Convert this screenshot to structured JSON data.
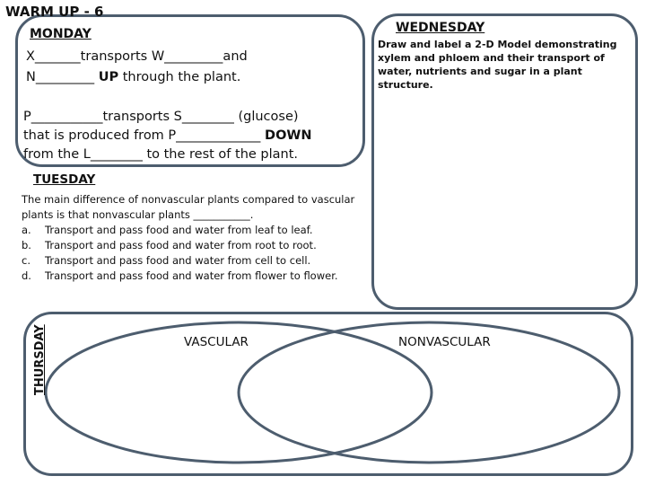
{
  "title": "WARM UP - 6",
  "monday": {
    "label": "MONDAY",
    "line1": "X_______transports W_________and",
    "line2_part1": "N_________ ",
    "line2_bold": "UP",
    "line2_part2": " through the plant.",
    "line3": "P___________transports S________ (glucose)",
    "line4_part1": "that is produced from P_____________ ",
    "line4_bold": "DOWN",
    "line5": "from the L________ to the rest of the plant."
  },
  "tuesday": {
    "label": "TUESDAY",
    "question_line1": "The main difference of nonvascular plants compared to vascular",
    "question_line2": "plants is that nonvascular plants ___________.",
    "options": [
      {
        "letter": "a.",
        "text": "Transport and pass food and water from leaf to leaf."
      },
      {
        "letter": "b.",
        "text": "Transport and pass food and water from root to root."
      },
      {
        "letter": "c.",
        "text": "Transport and pass food and water from cell to cell."
      },
      {
        "letter": "d.",
        "text": "Transport and pass food and water from flower to flower."
      }
    ]
  },
  "wednesday": {
    "label": "WEDNESDAY",
    "line1": "Draw and label a 2-D Model demonstrating",
    "line2": "xylem and phloem and their transport of",
    "line3": "water, nutrients and sugar in a plant structure."
  },
  "thursday": {
    "label": "THURSDAY",
    "left_circle_label": "VASCULAR",
    "right_circle_label": "NONVASCULAR"
  },
  "colors": {
    "border": "#4d5d6e",
    "text": "#111111"
  }
}
